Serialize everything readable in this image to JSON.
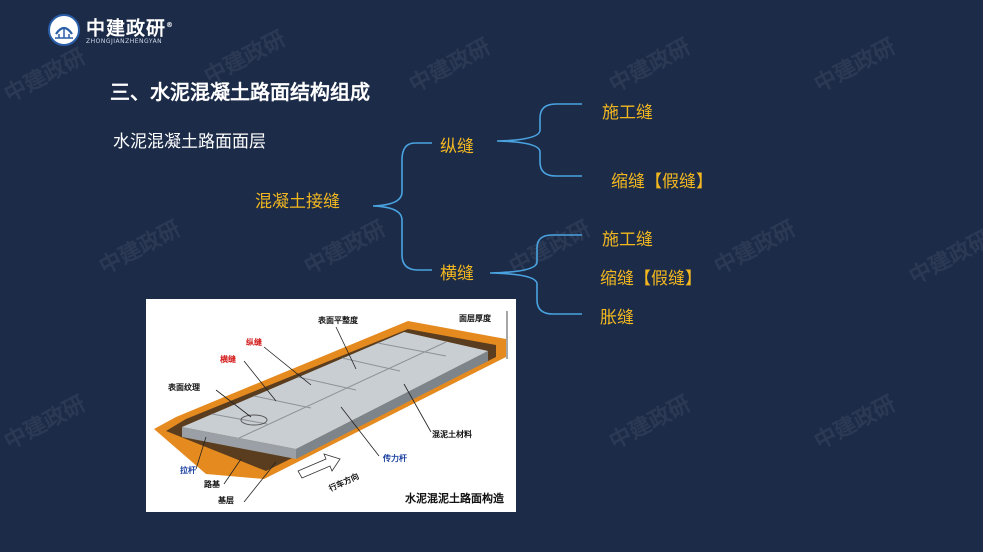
{
  "logo": {
    "name_cn": "中建政研",
    "name_en": "ZHONGJIANZHENGYAN",
    "registered": "®"
  },
  "title": "三、水泥混凝土路面结构组成",
  "subtitle": "水泥混凝土路面面层",
  "tree": {
    "root": "混凝土接缝",
    "longitudinal": {
      "label": "纵缝",
      "children": [
        "施工缝",
        "缩缝【假缝】"
      ]
    },
    "transverse": {
      "label": "横缝",
      "children": [
        "施工缝",
        "缩缝【假缝】",
        "胀缝"
      ]
    }
  },
  "figure": {
    "caption": "水泥混泥土路面构造",
    "labels": {
      "surface_flatness": "表面平整度",
      "layer_thickness": "面层厚度",
      "long_joint": "纵缝",
      "trans_joint": "横缝",
      "surface_texture": "表面纹理",
      "tie_bar": "拉杆",
      "subgrade": "路基",
      "base": "基层",
      "concrete_material": "混泥土材料",
      "dowel_bar": "传力杆",
      "traffic_direction": "行车方向"
    }
  },
  "watermark": "中建政研",
  "colors": {
    "background": "#1b2b48",
    "accent": "#f2b720",
    "bracket": "#4aa3e0"
  }
}
